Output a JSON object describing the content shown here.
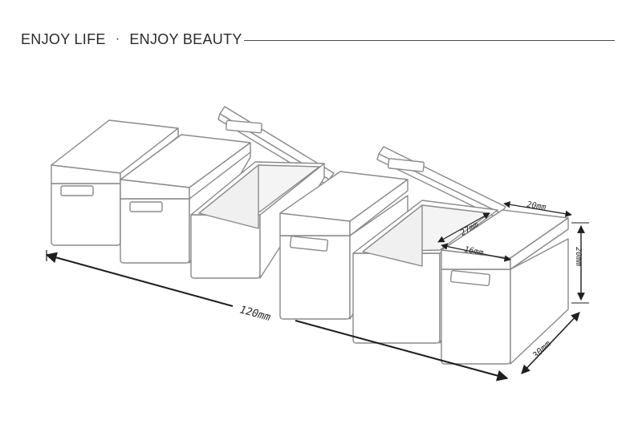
{
  "header": {
    "left_text": "ENJOY LIFE",
    "separator": "·",
    "right_text": "ENJOY BEAUTY"
  },
  "dimensions": {
    "length": "120mm",
    "depth": "30mm",
    "height": "20mm",
    "lid_width": "20mm",
    "compartment_diagonal": "27mm",
    "compartment_width": "16mm"
  },
  "colors": {
    "line": "#8a8a8a",
    "arrow": "#1e1e1e",
    "text": "#2a2a2a"
  }
}
